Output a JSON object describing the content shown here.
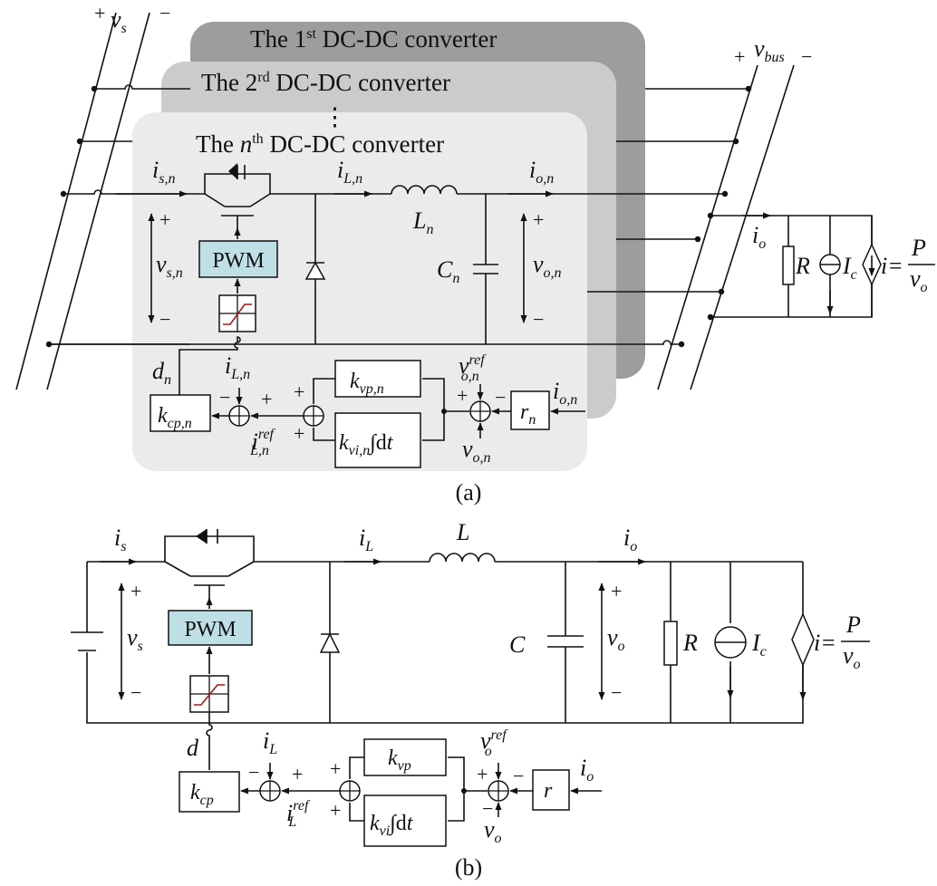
{
  "panel_a": {
    "converter_1_title_pre": "The 1",
    "converter_1_title_sup": "st",
    "converter_1_title_post": " DC-DC converter",
    "converter_2_title_pre": "The 2",
    "converter_2_title_sup": "rd",
    "converter_2_title_post": " DC-DC converter",
    "ellipsis": "⋮",
    "converter_n_title_pre": "The ",
    "converter_n_title_italic": "n",
    "converter_n_title_sup": "th",
    "converter_n_title_post": " DC-DC converter",
    "source_voltage": "v",
    "source_voltage_sub": "s",
    "bus_voltage": "v",
    "bus_voltage_sub": "bus",
    "plus": "+",
    "minus": "−",
    "i_s_n": "i",
    "i_s_n_sub": "s,n",
    "i_L_n": "i",
    "i_L_n_sub": "L,n",
    "i_o_n": "i",
    "i_o_n_sub": "o,n",
    "L_n": "L",
    "L_n_sub": "n",
    "C_n": "C",
    "C_n_sub": "n",
    "v_s_n": "v",
    "v_s_n_sub": "s,n",
    "v_o_n": "v",
    "v_o_n_sub": "o,n",
    "pwm": "PWM",
    "d_n": "d",
    "d_n_sub": "n",
    "k_cp_n": "k",
    "k_cp_n_sub": "cp,n",
    "k_vp_n": "k",
    "k_vp_n_sub": "vp,n",
    "k_vi_n": "k",
    "k_vi_n_sub": "vi,n",
    "integral": "∫d",
    "integral_t": "t",
    "r_n": "r",
    "r_n_sub": "n",
    "v_ref": "v",
    "v_ref_sub": "o,n",
    "v_ref_sup": "ref",
    "i_L_ref": "i",
    "i_L_ref_sub": "L,n",
    "i_L_ref_sup": "ref",
    "i_o": "i",
    "i_o_sub": "o",
    "R": "R",
    "I_c": "I",
    "I_c_sub": "c",
    "cpl_i": "i=",
    "cpl_P": "P",
    "cpl_v": "v",
    "cpl_v_sub": "o",
    "caption": "(a)"
  },
  "panel_b": {
    "i_s": "i",
    "i_s_sub": "s",
    "i_L": "i",
    "i_L_sub": "L",
    "L": "L",
    "i_o": "i",
    "i_o_sub": "o",
    "v_s": "v",
    "v_s_sub": "s",
    "pwm": "PWM",
    "C": "C",
    "v_o": "v",
    "v_o_sub": "o",
    "R": "R",
    "I_c": "I",
    "I_c_sub": "c",
    "cpl_i": "i=",
    "cpl_P": "P",
    "cpl_v": "v",
    "cpl_v_sub": "o",
    "d": "d",
    "k_cp": "k",
    "k_cp_sub": "cp",
    "k_vp": "k",
    "k_vp_sub": "vp",
    "k_vi": "k",
    "k_vi_sub": "vi",
    "integral": "∫d",
    "integral_t": "t",
    "r": "r",
    "v_ref": "v",
    "v_ref_sub": "o",
    "v_ref_sup": "ref",
    "i_L_ref": "i",
    "i_L_ref_sub": "L",
    "i_L_ref_sup": "ref",
    "plus": "+",
    "minus": "−",
    "caption": "(b)"
  },
  "colors": {
    "panel_1": "#9d9d9d",
    "panel_2": "#cbcbce",
    "panel_n": "#ebebed",
    "pwm_fill": "#bfdfe6",
    "ramp_line": "#a01818"
  }
}
